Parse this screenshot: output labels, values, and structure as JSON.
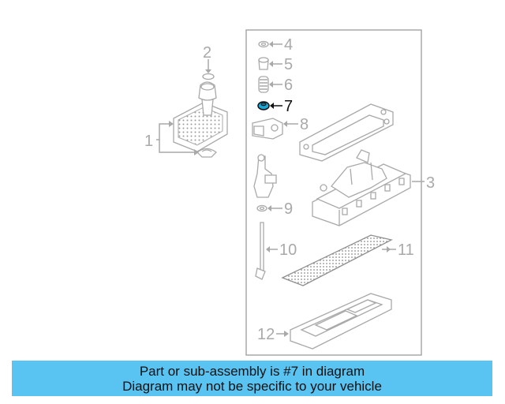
{
  "diagram": {
    "highlighted_part": "7",
    "callouts": [
      {
        "id": "1",
        "label": "1"
      },
      {
        "id": "2",
        "label": "2"
      },
      {
        "id": "3",
        "label": "3"
      },
      {
        "id": "4",
        "label": "4"
      },
      {
        "id": "5",
        "label": "5"
      },
      {
        "id": "6",
        "label": "6"
      },
      {
        "id": "7",
        "label": "7"
      },
      {
        "id": "8",
        "label": "8"
      },
      {
        "id": "9",
        "label": "9"
      },
      {
        "id": "10",
        "label": "10"
      },
      {
        "id": "11",
        "label": "11"
      },
      {
        "id": "12",
        "label": "12"
      }
    ],
    "colors": {
      "highlight_part": "#1ba6d6",
      "line": "#a9a9a9",
      "banner": "#59c3f2"
    }
  },
  "banner": {
    "line1": "Part or sub-assembly is #7 in diagram",
    "line2": "Diagram may not be specific to your vehicle"
  }
}
